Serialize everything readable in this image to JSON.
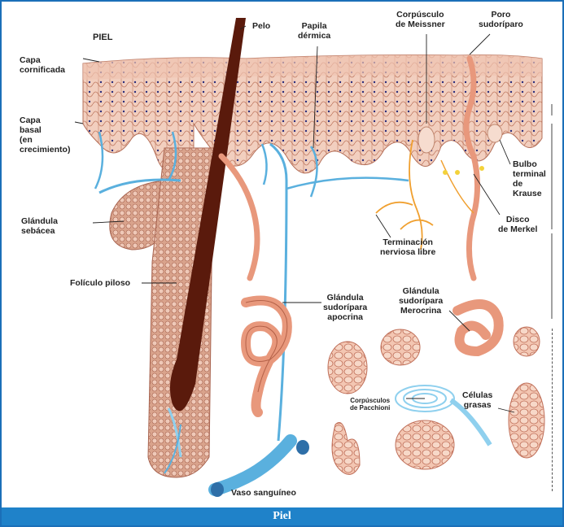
{
  "figure": {
    "caption": "Piel",
    "labels": {
      "piel": "PIEL",
      "capa_cornificada": "Capa\ncornificada",
      "capa_basal": "Capa\nbasal\n(en\ncrecimiento)",
      "glandula_sebacea": "Glándula\nsebácea",
      "foliculo_piloso": "Folículo piloso",
      "pelo": "Pelo",
      "papila_dermica": "Papila\ndérmica",
      "corpusculo_meissner": "Corpúsculo\nde Meissner",
      "poro_sudoriparo": "Poro\nsudoríparo",
      "bulbo_krause": "Bulbo\nterminal\nde\nKrause",
      "disco_merkel": "Disco\nde Merkel",
      "terminacion_nerviosa": "Terminación\nnerviosa libre",
      "glandula_apocrina": "Glándula\nsudorípara\napocrina",
      "glandula_merocrina": "Glándula\nsudorípara\nMerocrina",
      "corpusculos_pacchioni": "Corpúsculos\nde Pacchioni",
      "celulas_grasas": "Células\ngrasas",
      "vaso_sanguineo": "Vaso sanguíneo"
    },
    "colors": {
      "frame_border": "#1b6fb8",
      "caption_bg": "#1f82c9",
      "epidermis": "#efc9b8",
      "cell_outline": "#b5705a",
      "nucleus": "#2a2d7a",
      "hair": "#5a1a0c",
      "gland": "#e8987c",
      "vessel": "#5ab0de",
      "nerve": "#f0a030"
    }
  }
}
